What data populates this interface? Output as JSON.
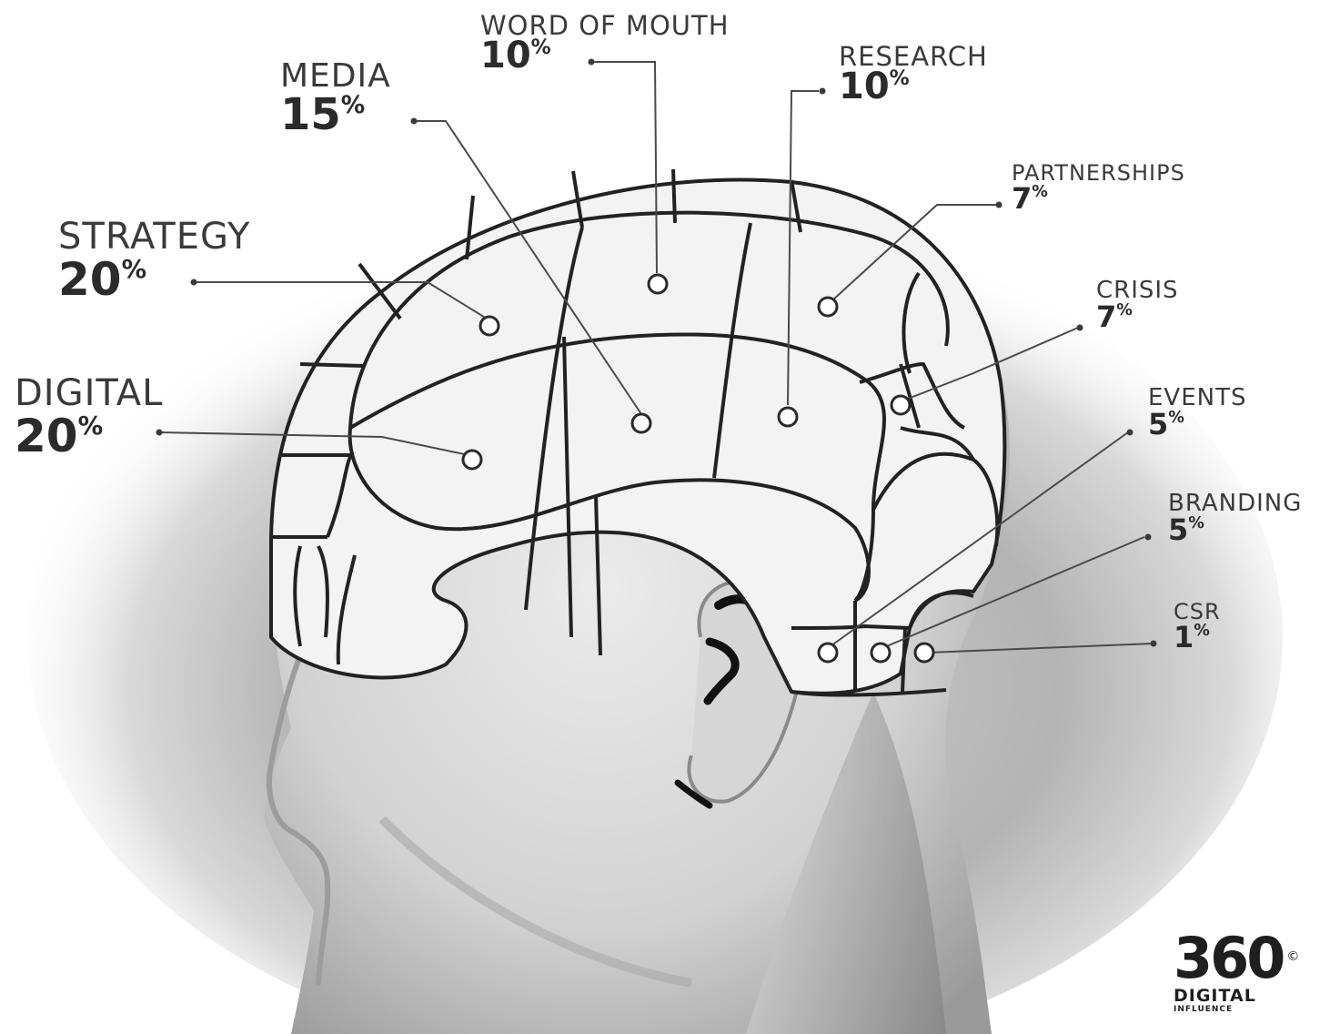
{
  "segments": [
    {
      "id": "word-of-mouth",
      "name": "WORD OF MOUTH",
      "value": "10",
      "sign": "%"
    },
    {
      "id": "research",
      "name": "RESEARCH",
      "value": "10",
      "sign": "%"
    },
    {
      "id": "media",
      "name": "MEDIA",
      "value": "15",
      "sign": "%"
    },
    {
      "id": "partnerships",
      "name": "PARTNERSHIPS",
      "value": "7",
      "sign": "%"
    },
    {
      "id": "strategy",
      "name": "STRATEGY",
      "value": "20",
      "sign": "%"
    },
    {
      "id": "crisis",
      "name": "CRISIS",
      "value": "7",
      "sign": "%"
    },
    {
      "id": "digital",
      "name": "DIGITAL",
      "value": "20",
      "sign": "%"
    },
    {
      "id": "events",
      "name": "EVENTS",
      "value": "5",
      "sign": "%"
    },
    {
      "id": "branding",
      "name": "BRANDING",
      "value": "5",
      "sign": "%"
    },
    {
      "id": "csr",
      "name": "CSR",
      "value": "1",
      "sign": "%"
    }
  ],
  "logo": {
    "number": "360",
    "mark": "©",
    "line1": "DIGITAL",
    "line2": "INFLUENCE"
  },
  "colors": {
    "ink": "#2a2a2a",
    "helmet_fill": "#f1f1f1",
    "shade": "#8c8c8c"
  }
}
